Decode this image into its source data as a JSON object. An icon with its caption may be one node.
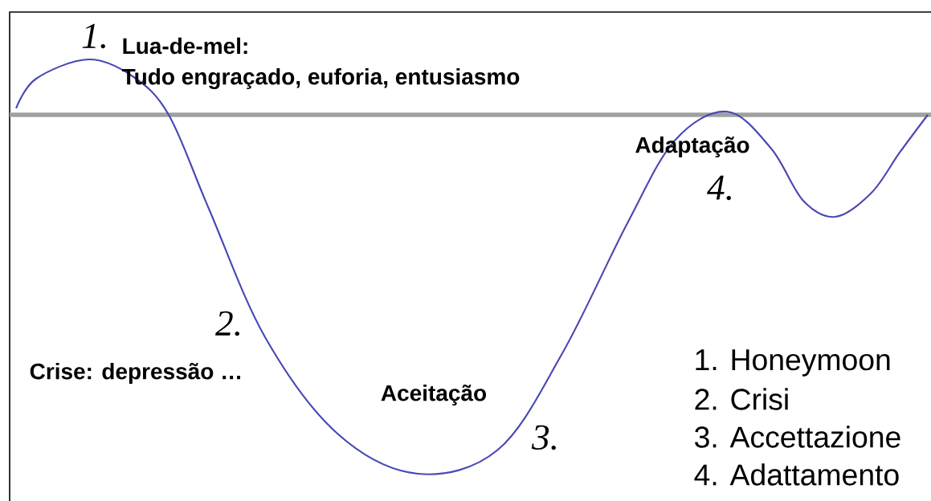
{
  "diagram": {
    "labels": [
      "1.",
      "Lua-de-mel:",
      "Tudo engraçado, euforia, entusiasmo",
      "Adaptação",
      "4.",
      "2.",
      "Crise: depressão …",
      "1. Honeymoon",
      "2. Crisi",
      "Aceitação",
      "3. Accettazione",
      "3.",
      "4. Adattamento"
    ]
  }
}
